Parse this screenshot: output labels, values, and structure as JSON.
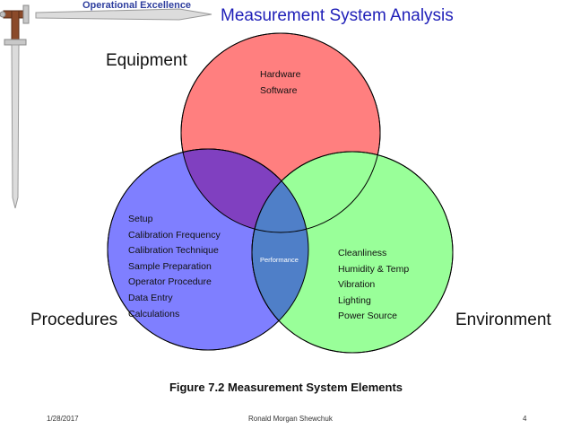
{
  "header": {
    "brand": "Operational Excellence",
    "title": "Measurement System Analysis"
  },
  "venn": {
    "equipment": {
      "label": "Equipment",
      "items": [
        "Hardware",
        "Software"
      ],
      "color": "#ff7f7f"
    },
    "procedures": {
      "label": "Procedures",
      "items": [
        "Setup",
        "Calibration Frequency",
        "Calibration Technique",
        "Sample Preparation",
        "Operator Procedure",
        "Data Entry",
        "Calculations"
      ],
      "color": "#7f7fff"
    },
    "environment": {
      "label": "Environment",
      "items": [
        "Cleanliness",
        "Humidity & Temp",
        "Vibration",
        "Lighting",
        "Power Source"
      ],
      "color": "#99ff99"
    },
    "overlap_equipment_procedures_color": "#8040c0",
    "center": {
      "label": "Performance",
      "color": "#4f7fc8"
    }
  },
  "caption": "Figure 7.2  Measurement System Elements",
  "footer": {
    "date": "1/28/2017",
    "author": "Ronald Morgan Shewchuk",
    "page": "4"
  }
}
